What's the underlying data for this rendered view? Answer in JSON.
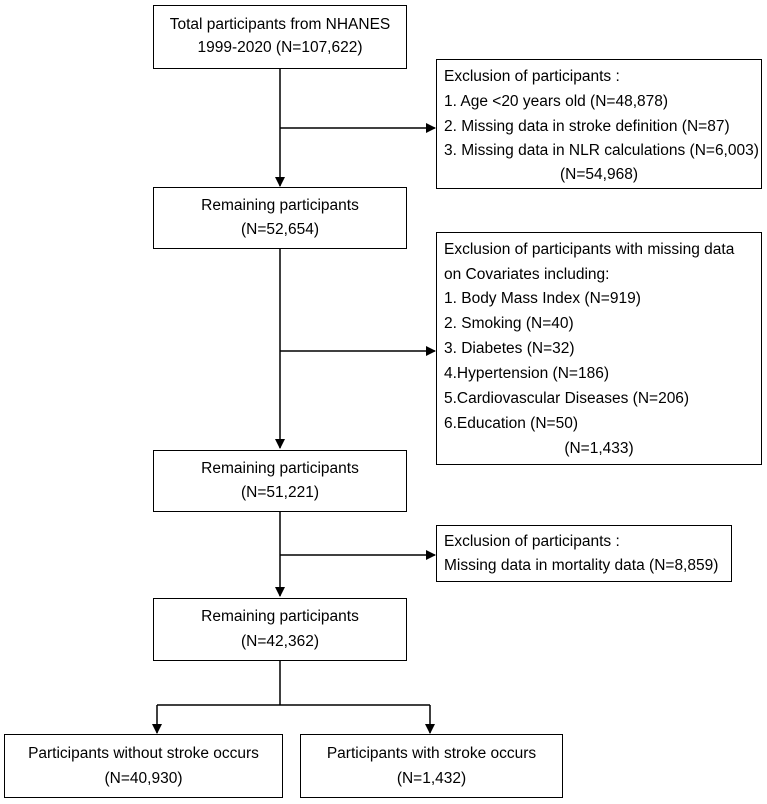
{
  "box_total": {
    "line1": "Total participants from NHANES",
    "line2": "1999-2020 (N=107,622)"
  },
  "excl1": {
    "title": "Exclusion of participants :",
    "items": [
      "1. Age <20 years old (N=48,878)",
      "2. Missing data in stroke definition (N=87)",
      "3. Missing data in NLR calculations (N=6,003)"
    ],
    "total": "(N=54,968)"
  },
  "rem1": {
    "line1": "Remaining participants",
    "line2": "(N=52,654)"
  },
  "excl2": {
    "title1": "Exclusion of participants with missing data",
    "title2": "on Covariates including:",
    "items": [
      "1. Body Mass Index (N=919)",
      "2. Smoking (N=40)",
      "3. Diabetes (N=32)",
      "4.Hypertension (N=186)",
      "5.Cardiovascular Diseases (N=206)",
      "6.Education (N=50)"
    ],
    "total": "(N=1,433)"
  },
  "rem2": {
    "line1": "Remaining participants",
    "line2": "(N=51,221)"
  },
  "excl3": {
    "line1": "Exclusion of participants :",
    "line2": "Missing data in mortality data (N=8,859)"
  },
  "rem3": {
    "line1": "Remaining participants",
    "line2": "(N=42,362)"
  },
  "out_no": {
    "line1": "Participants without stroke occurs",
    "line2": "(N=40,930)"
  },
  "out_yes": {
    "line1": "Participants with stroke occurs",
    "line2": "(N=1,432)"
  }
}
